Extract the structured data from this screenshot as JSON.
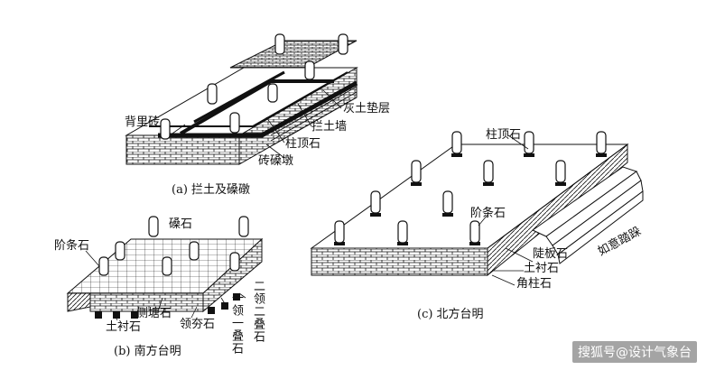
{
  "figures": {
    "a": {
      "caption": "(a) 拦土及磉礅",
      "labels": {
        "beililzhuan": "背里砖",
        "huitu": "灰土垫层",
        "lantuqiang": "拦土墙",
        "zhudingshi": "柱顶石",
        "zhuansangdun": "砖磉墩"
      }
    },
    "b": {
      "caption": "(b) 南方台明",
      "labels": {
        "sangshi": "磉石",
        "jietiaoshi": "阶条石",
        "cetangshi": "侧塘石",
        "tuchenshi": "土衬石",
        "lingkuashi": "领夯石",
        "yilingyidieshi": "一领一叠石",
        "erlingerdieshi": "二领二叠石"
      }
    },
    "c": {
      "caption": "(c) 北方台明",
      "labels": {
        "zhudingshi": "柱顶石",
        "jietiaoshi": "阶条石",
        "ruyitabu": "如意踏跺",
        "toubanshi": "陡板石",
        "tuchenshi": "土衬石",
        "jiaozhushi": "角柱石"
      }
    }
  },
  "watermark": "搜狐号@设计气象台"
}
